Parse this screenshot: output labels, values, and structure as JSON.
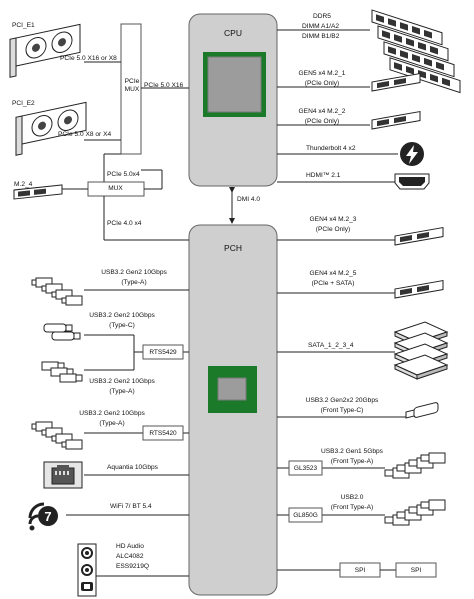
{
  "cpu": {
    "title": "CPU"
  },
  "pch": {
    "title": "PCH"
  },
  "pcie_mux": "PCIe MUX",
  "mux": "MUX",
  "dmi": "DMI 4.0",
  "left": {
    "pci_e1": "PCI_E1",
    "pci_e1_speed": "PCIe 5.0 X16 or X8",
    "pci_e2": "PCI_E2",
    "pci_e2_speed": "PCIe 5.0 X8 or X4",
    "mux_to_cpu": "PCIe 5.0 X16",
    "pcie50x4": "PCIe 5.0x4",
    "m2_4": "M.2_4",
    "pcie40x4": "PCIe 4.0 x4",
    "usb_a_top": [
      "USB3.2 Gen2 10Gbps",
      "(Type-A)"
    ],
    "usb_c": [
      "USB3.2 Gen2 10Gbps",
      "(Type-C)"
    ],
    "usb_a_mid": [
      "USB3.2 Gen2 10Gbps",
      "(Type-A)"
    ],
    "rts5429": "RTS5429",
    "usb_a_low": [
      "USB3.2 Gen2 10Gbps",
      "(Type-A)"
    ],
    "rts5420": "RTS5420",
    "aquantia": "Aquantia 10Gbps",
    "wifi": "WiFi 7/ BT 5.4",
    "audio": [
      "HD Audio",
      "ALC4082",
      "ESS9219Q"
    ]
  },
  "right": {
    "ddr": [
      "DDR5",
      "DIMM A1/A2",
      "DIMM B1/B2"
    ],
    "gen5_m21": [
      "GEN5 x4 M.2_1",
      "(PCIe Only)"
    ],
    "gen4_m22": [
      "GEN4 x4 M.2_2",
      "(PCIe Only)"
    ],
    "thunderbolt": "Thunderbolt 4 x2",
    "hdmi": "HDMI™ 2.1",
    "gen4_m23": [
      "GEN4 x4 M.2_3",
      "(PCIe Only)"
    ],
    "gen4_m25": [
      "GEN4 x4 M.2_5",
      "(PCIe + SATA)"
    ],
    "sata": "SATA_1_2_3_4",
    "usb_gen2x2": [
      "USB3.2 Gen2x2 20Gbps",
      "(Front Type-C)"
    ],
    "usb_gen1": [
      "USB3.2 Gen1 5Gbps",
      "(Front Type-A)"
    ],
    "gl3523": "GL3523",
    "usb20": [
      "USB2.0",
      "(Front Type-A)"
    ],
    "gl850g": "GL850G",
    "spi1": "SPI",
    "spi2": "SPI"
  },
  "colors": {
    "chip_body": "#cfcfcf",
    "die_green": "#1b7a2a",
    "die_inner": "#9c9c9c",
    "line": "#222222"
  }
}
